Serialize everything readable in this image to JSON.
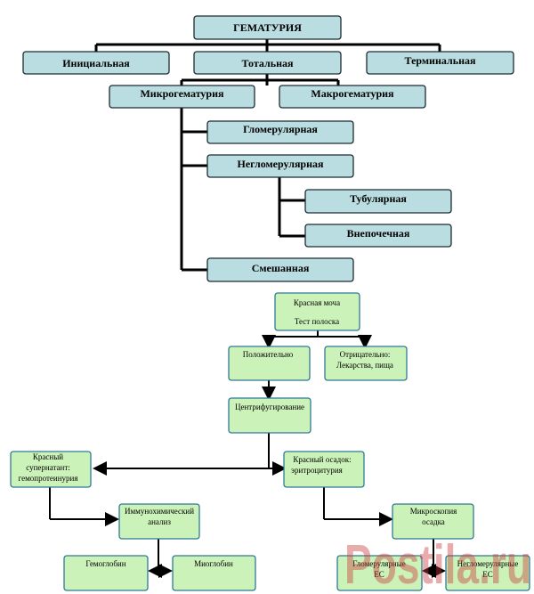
{
  "colors": {
    "top_box_fill": "#b9dde0",
    "top_box_stroke": "#1c2b30",
    "top_line": "#000000",
    "bottom_box_fill": "#cbf2b9",
    "bottom_box_stroke": "#2f7a96",
    "bottom_line": "#000000",
    "watermark": "#c83a3a"
  },
  "top_chart": {
    "root": "ГЕМАТУРИЯ",
    "initial": "Инициальная",
    "total": "Тотальная",
    "terminal": "Терминальная",
    "micro": "Микрогематурия",
    "macro": "Макрогематурия",
    "glomerular": "Гломерулярная",
    "nonglomerular": "Негломерулярная",
    "tubular": "Тубулярная",
    "extrarenal": "Внепочечная",
    "mixed": "Смешанная"
  },
  "bottom_chart": {
    "red_urine": [
      "Красная моча",
      "Тест полоска"
    ],
    "positive": [
      "Положительно"
    ],
    "negative": [
      "Отрицательно:",
      "Лекарства,  пища"
    ],
    "centrifugation": [
      "Центрифугирование"
    ],
    "red_supernatant": [
      "Красный",
      "супернатант:",
      "гемопротеинурия"
    ],
    "red_sediment": [
      "Красный осадок:",
      "эритроцитурия"
    ],
    "immunochemical": [
      "Иммунохимический",
      "анализ"
    ],
    "microscopy": [
      "Микроскопия",
      "осадка"
    ],
    "hemoglobin": [
      "Гемоглобин"
    ],
    "myoglobin": [
      "Миоглобин"
    ],
    "glomerular_ec": [
      "Гломерулярные",
      "ЕС"
    ],
    "nonglomerular_ec": [
      "Негломерулярные",
      "ЕС"
    ]
  },
  "watermark": "Postila.ru"
}
